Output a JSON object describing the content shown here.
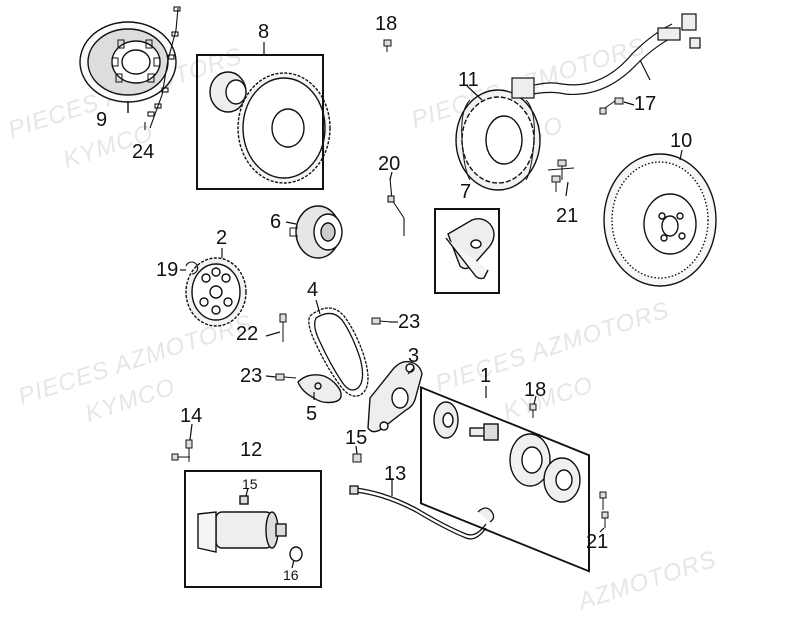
{
  "watermarks": [
    "PIECES AZMOTORS",
    "KYMCO",
    "PIECES AZMOTORS",
    "KYMCO",
    "PIECES AZMOTORS",
    "KYMCO",
    "PIECES AZMOTORS",
    "KYMCO",
    "AZMOTORS"
  ],
  "callouts": {
    "c9": "9",
    "c24": "24",
    "c8": "8",
    "c18a": "18",
    "c11": "11",
    "c17": "17",
    "c10": "10",
    "c20": "20",
    "c7": "7",
    "c21a": "21",
    "c6": "6",
    "c2": "2",
    "c19": "19",
    "c4": "4",
    "c23a": "23",
    "c22": "22",
    "c23b": "23",
    "c3": "3",
    "c5": "5",
    "c1": "1",
    "c18b": "18",
    "c14": "14",
    "c15a": "15",
    "c12": "12",
    "c15b": "15",
    "c13": "13",
    "c16": "16",
    "c21b": "21"
  }
}
